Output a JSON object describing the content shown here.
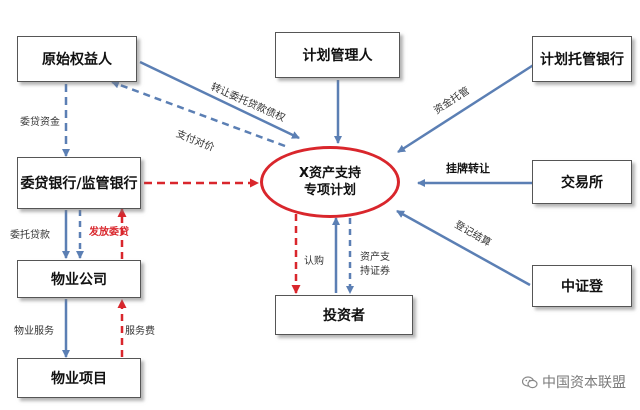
{
  "nodes": {
    "originator": "原始权益人",
    "plan_manager": "计划管理人",
    "custodian_bank": "计划托管银行",
    "entrust_bank": "委贷银行/监管银行",
    "spv_line1": "X资产支持",
    "spv_line2": "专项计划",
    "exchange": "交易所",
    "property_company": "物业公司",
    "investor": "投资者",
    "csdc": "中证登",
    "property_project": "物业项目"
  },
  "edges": {
    "entrust_fund": "委贷资金",
    "transfer_claim": "转让委托贷款债权",
    "pay_consideration": "支付对价",
    "fund_custody": "资金托管",
    "listing_transfer": "挂牌转让",
    "registration_settlement": "登记结算",
    "entrusted_loan": "委托贷款",
    "release_loan": "发放委贷",
    "subscribe": "认购",
    "abs_line1": "资产支",
    "abs_line2": "持证券",
    "property_service": "物业服务",
    "service_fee": "服务费"
  },
  "watermark": "中国资本联盟",
  "colors": {
    "blue_arrow": "#5b7fb4",
    "red_dashed": "#d9262c",
    "box_border": "#555555"
  }
}
